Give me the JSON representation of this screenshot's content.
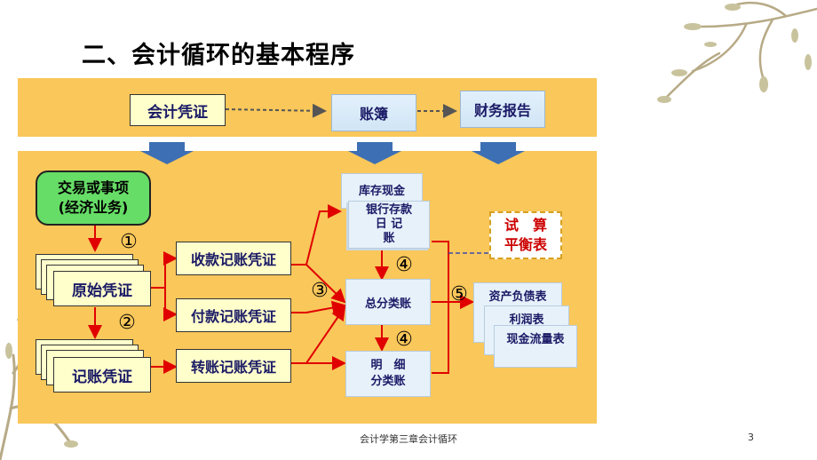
{
  "title": "二、会计循环的基本程序",
  "top_flow": {
    "voucher": "会计凭证",
    "ledger": "账簿",
    "report": "财务报告"
  },
  "event": {
    "line1": "交易或事项",
    "line2": "(经济业务)"
  },
  "original_voucher": "原始凭证",
  "accounting_voucher": "记账凭证",
  "steps": {
    "s1": "①",
    "s2": "②",
    "s3": "③",
    "s4a": "④",
    "s4b": "④",
    "s5": "⑤"
  },
  "voucher_types": [
    "收款记账凭证",
    "付款记账凭证",
    "转账记账凭证"
  ],
  "journals": {
    "cash": "库存现金",
    "bank_line1": "银行存款",
    "bank_line2": "日 记",
    "bank_line3": "账"
  },
  "general_ledger": "总分类账",
  "subsidiary": {
    "line1": "明　细",
    "line2": "分类账"
  },
  "trial_balance": {
    "line1": "试　算",
    "line2": "平衡表"
  },
  "statements": [
    "资产负债表",
    "利润表",
    "现金流量表"
  ],
  "footer": "会计学第三章会计循环",
  "page_number": "3",
  "colors": {
    "band": "#f9c75a",
    "arrow_red": "#e00000",
    "arrow_blue": "#3d6fb5"
  }
}
